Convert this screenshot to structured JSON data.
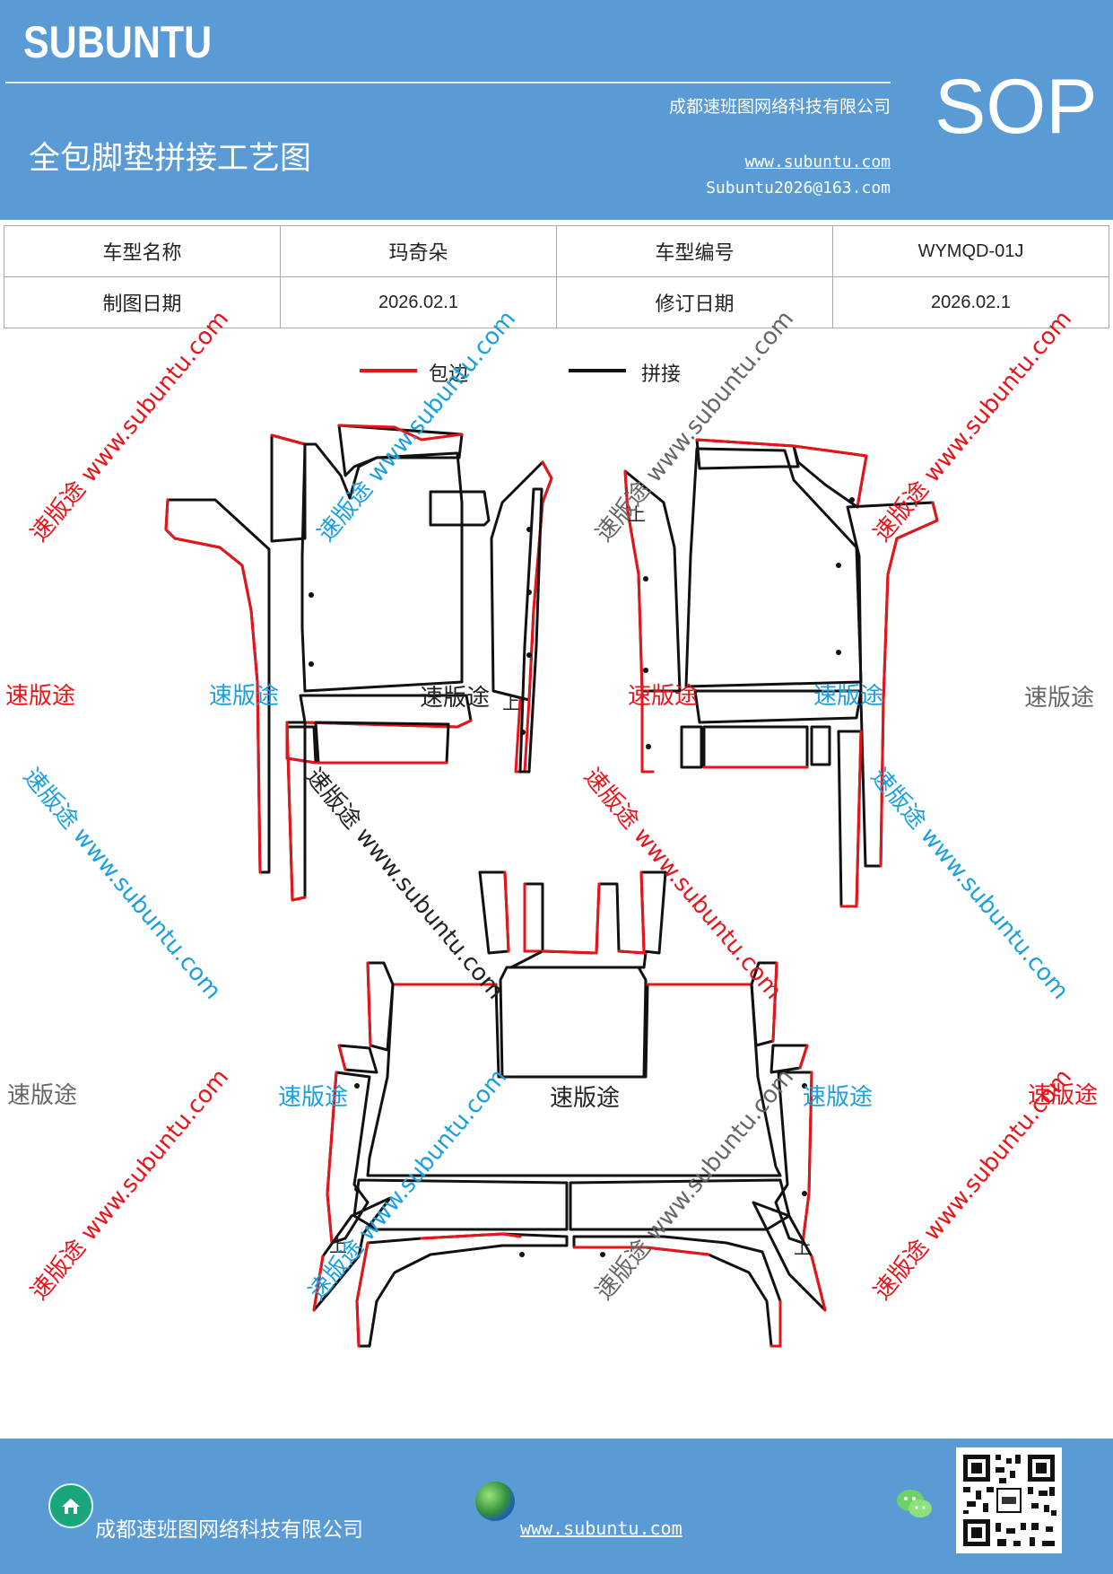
{
  "header": {
    "logo": "SUBUNTU",
    "company": "成都速班图网络科技有限公司",
    "title": "全包脚垫拼接工艺图",
    "website": "www.subuntu.com",
    "email": "Subuntu2026@163.com",
    "badge": "SOP"
  },
  "info_table": {
    "model_name_label": "车型名称",
    "model_name_value": "玛奇朵",
    "model_code_label": "车型编号",
    "model_code_value": "WYMQD-01J",
    "draw_date_label": "制图日期",
    "draw_date_value": "2026.02.1",
    "revise_date_label": "修订日期",
    "revise_date_value": "2026.02.1"
  },
  "legend": {
    "edge_label": "包边",
    "edge_color": "#e8141b",
    "splice_label": "拼接",
    "splice_color": "#111111"
  },
  "diagram": {
    "up_mark": "上",
    "center_label": "速版途"
  },
  "watermarks": {
    "brand": "速版途",
    "site": "www.subuntu.com",
    "brand_colors": [
      "#e8141b",
      "#1a9fe0",
      "#666666"
    ]
  },
  "footer": {
    "company": "成都速班图网络科技有限公司",
    "website": "www.subuntu.com",
    "home_icon": "home-icon",
    "globe_icon": "globe-icon",
    "wechat_icon": "wechat-icon",
    "qr_icon": "qr-code"
  }
}
